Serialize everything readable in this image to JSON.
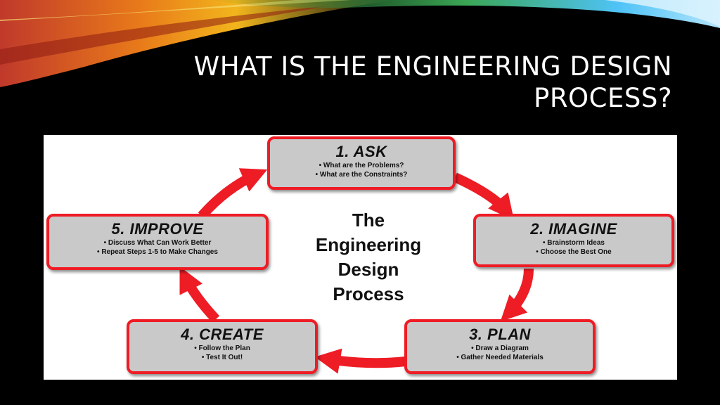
{
  "slide": {
    "title_lines": [
      "WHAT IS THE ENGINEERING DESIGN",
      "PROCESS?"
    ]
  },
  "colors": {
    "background": "#000000",
    "box_fill": "#c9c9c9",
    "accent_red": "#ee1c25",
    "panel_bg": "#ffffff"
  },
  "diagram": {
    "center_lines": [
      "The",
      "Engineering",
      "Design",
      "Process"
    ],
    "steps": [
      {
        "title": "1.  ASK",
        "bullets": [
          "What are the Problems?",
          "What are the Constraints?"
        ]
      },
      {
        "title": "2. IMAGINE",
        "bullets": [
          "Brainstorm Ideas",
          "Choose the Best One"
        ]
      },
      {
        "title": "3. PLAN",
        "bullets": [
          "Draw a Diagram",
          "Gather Needed Materials"
        ]
      },
      {
        "title": "4. CREATE",
        "bullets": [
          "Follow the Plan",
          "Test It Out!"
        ]
      },
      {
        "title": "5. IMPROVE",
        "bullets": [
          "Discuss What Can Work Better",
          "Repeat Steps 1-5 to Make Changes"
        ]
      }
    ]
  }
}
